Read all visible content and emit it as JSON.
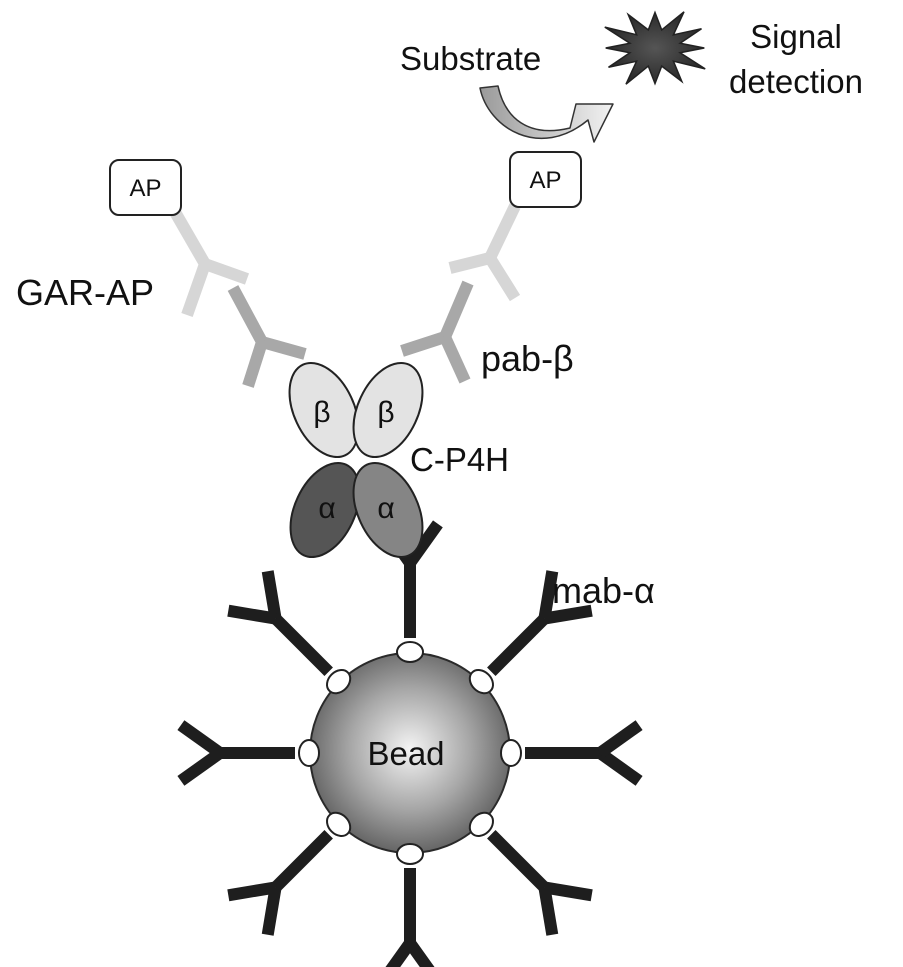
{
  "labels": {
    "substrate": "Substrate",
    "signal_line1": "Signal",
    "signal_line2": "detection",
    "gar_ap": "GAR-AP",
    "ap_left": "AP",
    "ap_right": "AP",
    "pab_beta": "pab-β",
    "c_p4h": "C-P4H",
    "mab_alpha": "mab-α",
    "bead": "Bead",
    "beta_left": "β",
    "beta_right": "β",
    "alpha_left": "α",
    "alpha_right": "α"
  },
  "colors": {
    "mab": "#1e1e1e",
    "pab": "#a8a8a8",
    "gar": "#d6d6d6",
    "alpha_left": "#555555",
    "alpha_right": "#858585",
    "beta": "#e3e3e3",
    "star": "#444444"
  }
}
